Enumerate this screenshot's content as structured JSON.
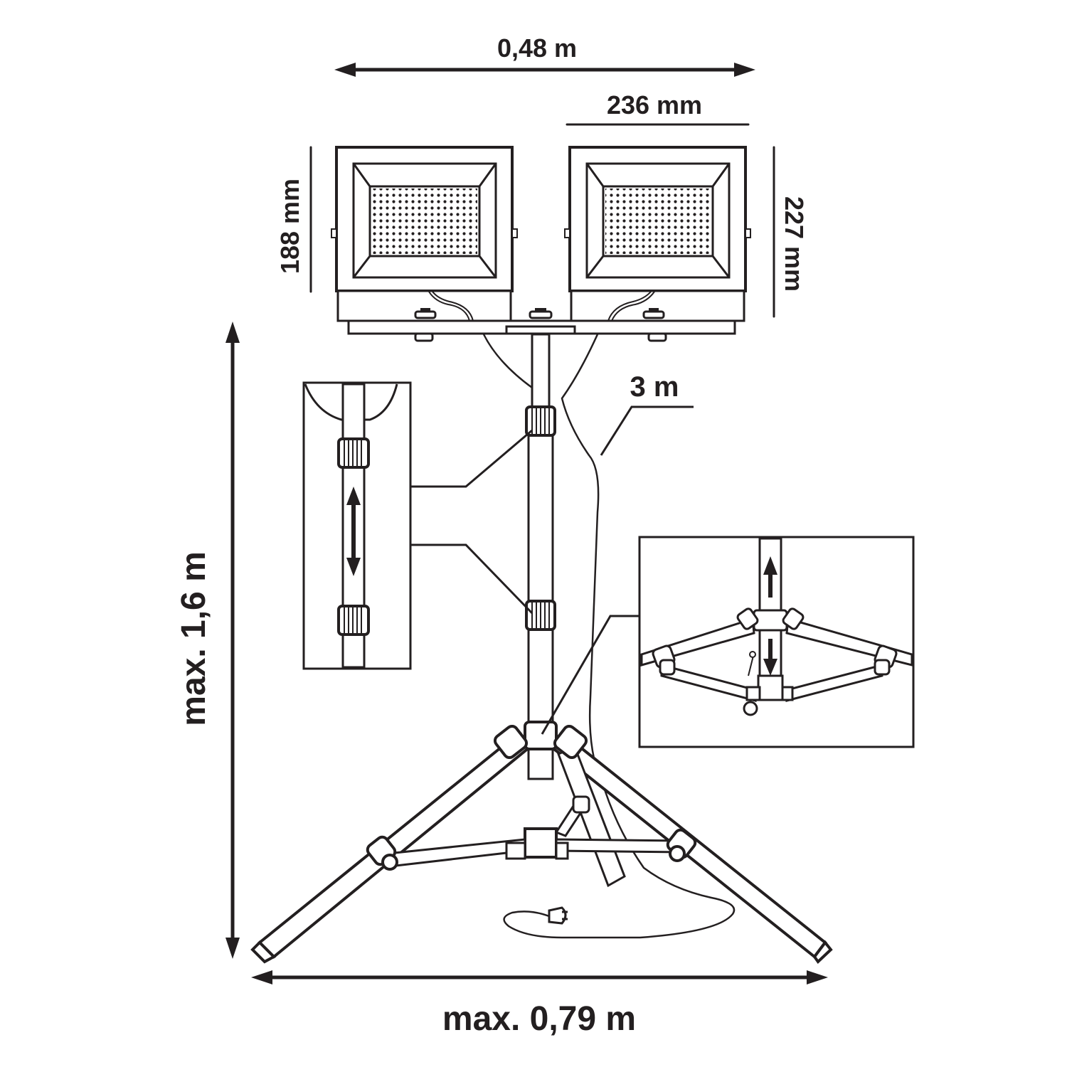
{
  "dimensions": {
    "total_width": "0,48 m",
    "lamp_width": "236 mm",
    "lamp_height_left": "188 mm",
    "lamp_height_right": "227 mm",
    "cable_length": "3 m",
    "max_height": "max. 1,6 m",
    "max_base_width": "max. 0,79 m"
  },
  "colors": {
    "ink": "#231f20",
    "background": "#ffffff"
  },
  "icons": {
    "plug": "plug-icon",
    "adjust_arrow": "double-arrow-vertical-icon",
    "up_arrow": "arrow-up-icon",
    "down_arrow": "arrow-down-icon"
  }
}
